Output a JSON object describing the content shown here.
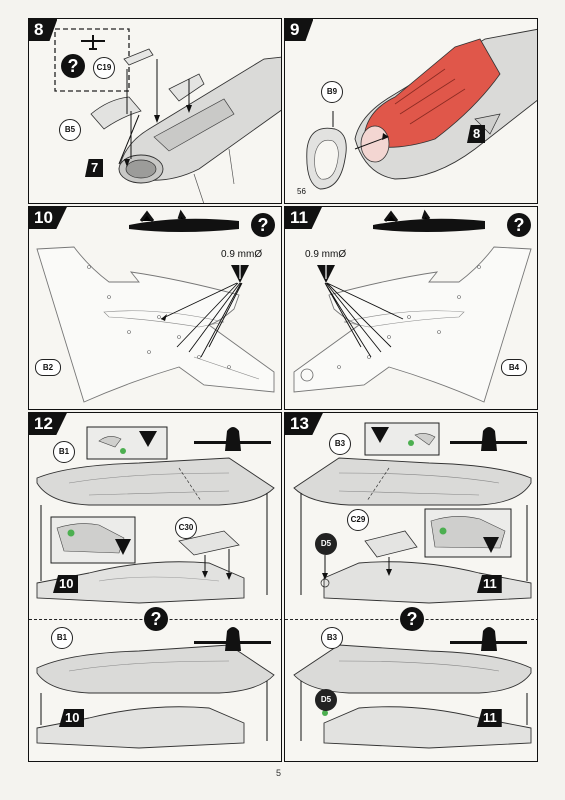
{
  "page": {
    "number": "5"
  },
  "steps": [
    {
      "number": "8",
      "parts": [
        "C19",
        "B5"
      ],
      "next_flag": "7"
    },
    {
      "number": "9",
      "parts": [
        "B9"
      ],
      "part_no": "56",
      "next_flag": "8"
    },
    {
      "number": "10",
      "drill": "0.9 mmØ",
      "parts": [
        "B2"
      ]
    },
    {
      "number": "11",
      "drill": "0.9 mmØ",
      "parts": [
        "B4"
      ]
    },
    {
      "number": "12",
      "parts": [
        "B1",
        "C30"
      ],
      "next_flag": "10",
      "alt_parts": [
        "B1"
      ],
      "alt_flag": "10"
    },
    {
      "number": "13",
      "parts": [
        "B3",
        "C29",
        "D5"
      ],
      "next_flag": "11",
      "alt_parts": [
        "B3",
        "D5"
      ],
      "alt_flag": "11"
    }
  ],
  "icons": {
    "question": "question-mark-icon",
    "question_symbol": "?",
    "drill": "drill-bit-icon",
    "aircraft_side": "aircraft-side-silhouette-icon",
    "aircraft_front": "aircraft-front-silhouette-icon"
  },
  "colors": {
    "highlight_red": "#e0574a",
    "part_grey": "#d8d8d6",
    "ink": "#111111"
  }
}
